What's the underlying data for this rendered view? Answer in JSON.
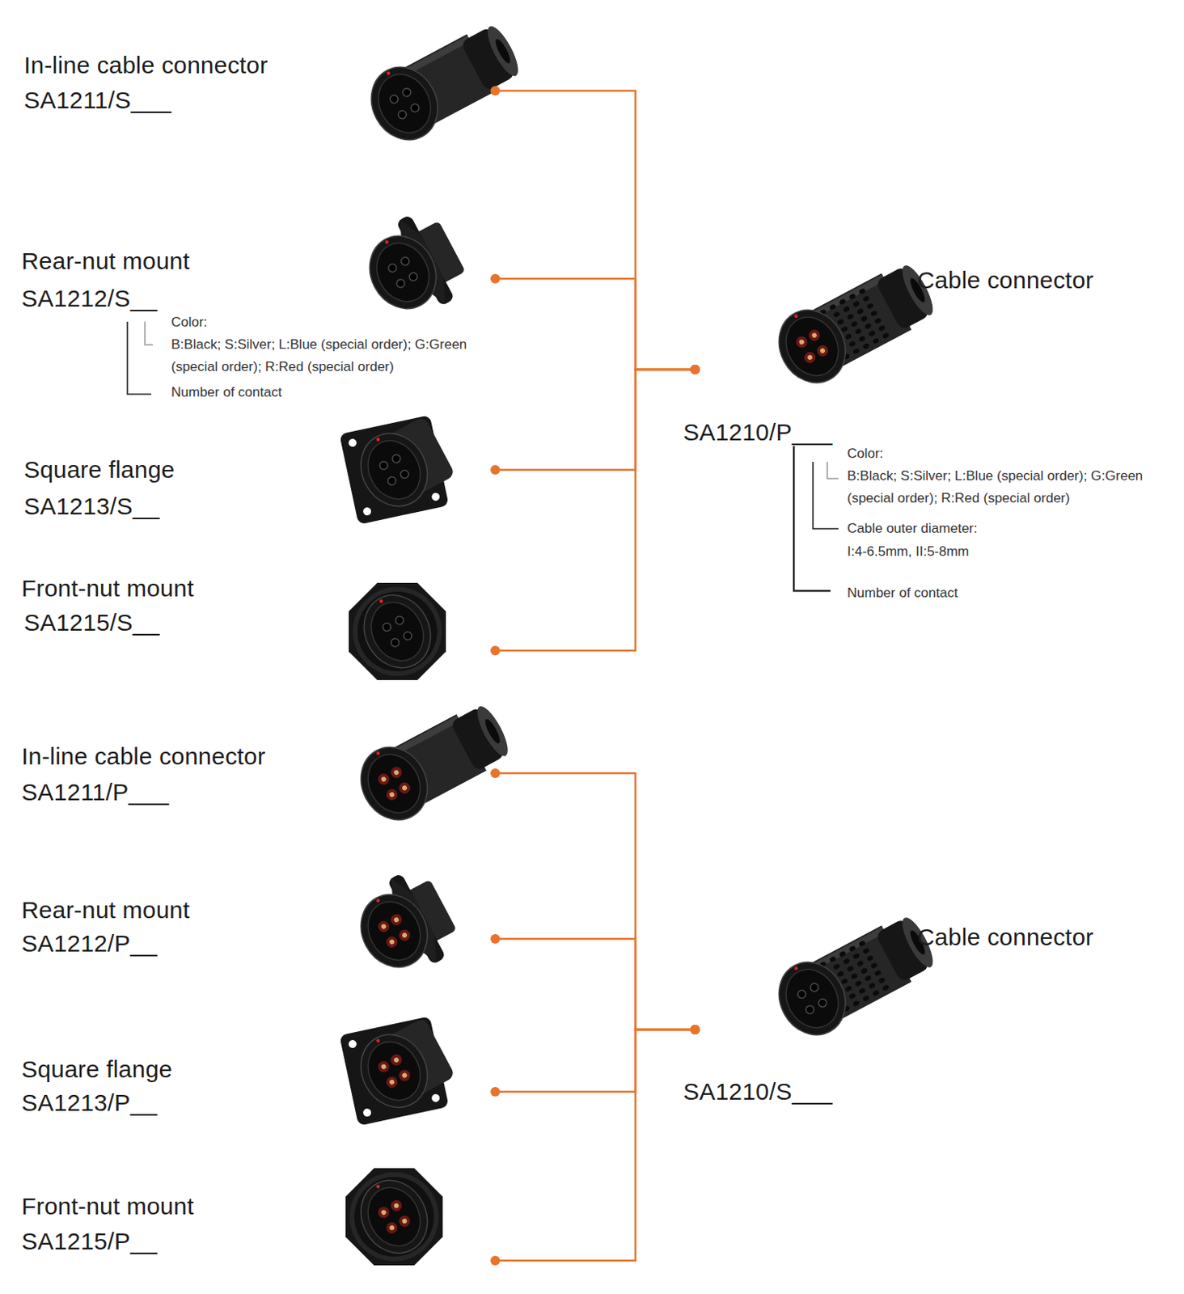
{
  "diagram": {
    "nodes": [
      {
        "text": [
          "In-line cable connector",
          "SA1211/S___"
        ]
      },
      {
        "text": [
          "Rear-nut mount",
          "SA1212/S__"
        ]
      },
      {
        "text": [
          "Square flange",
          "SA1213/S__"
        ]
      },
      {
        "text": [
          "Front-nut mount",
          "SA1215/S__"
        ]
      },
      {
        "text": [
          "Cable connector",
          "SA1210/P___"
        ]
      },
      {
        "text": [
          "In-line cable connector",
          "SA1211/P___"
        ]
      },
      {
        "text": [
          "Rear-nut mount",
          "SA1212/P__"
        ]
      },
      {
        "text": [
          "Square flange",
          "SA1213/P__"
        ]
      },
      {
        "text": [
          "Front-nut mount",
          "SA1215/P__"
        ]
      },
      {
        "text": [
          "Cable connector",
          "SA1210/S___"
        ]
      }
    ],
    "edges": [
      {
        "from": 0,
        "to": 4,
        "arrow": "none"
      },
      {
        "from": 1,
        "to": 4,
        "arrow": "none"
      },
      {
        "from": 2,
        "to": 4,
        "arrow": "none"
      },
      {
        "from": 3,
        "to": 4,
        "arrow": "none"
      },
      {
        "from": 5,
        "to": 9,
        "arrow": "none"
      },
      {
        "from": 6,
        "to": 9,
        "arrow": "none"
      },
      {
        "from": 7,
        "to": 9,
        "arrow": "none"
      },
      {
        "from": 8,
        "to": 9,
        "arrow": "none"
      }
    ],
    "labels": [
      "Color:",
      "B:Black; S:Silver; L:Blue (special order); G:Green (special order); R:Red (special order)",
      "Number of contact",
      "Color:",
      "B:Black; S:Silver; L:Blue (special order); G:Green (special order); R:Red (special order)",
      "Cable outer diameter:",
      "I:4-6.5mm, II:5-8mm",
      "Number of contact"
    ]
  }
}
